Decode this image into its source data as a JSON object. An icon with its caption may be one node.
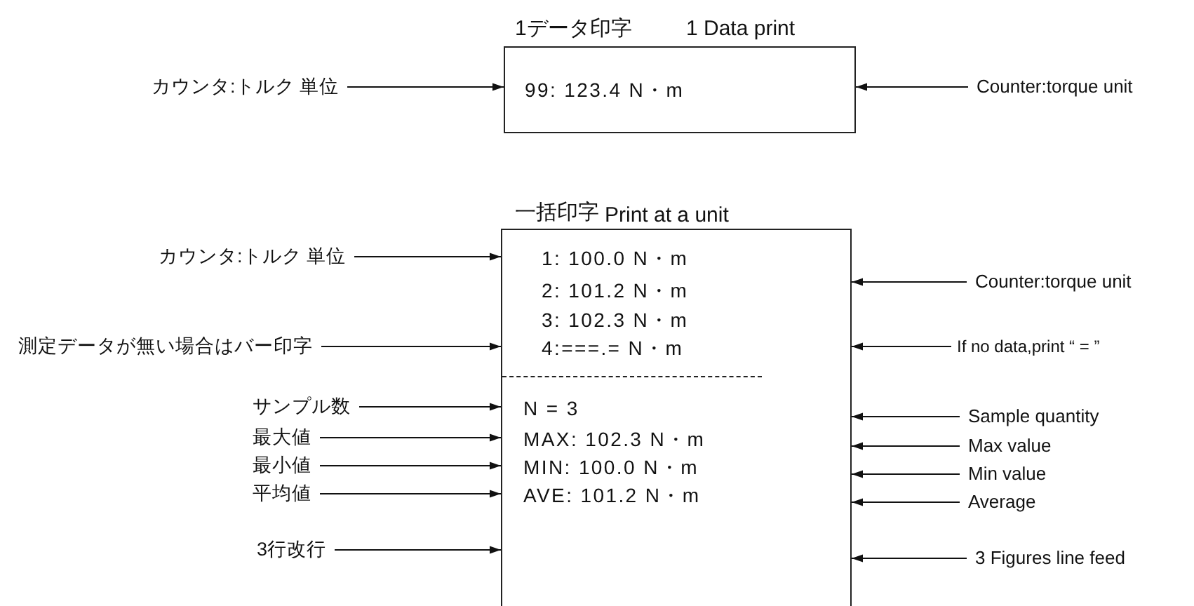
{
  "diagram": {
    "nodes": [
      {
        "text": [
          "1データ印字",
          "1 Data print",
          "99: 123.4 N・m"
        ]
      },
      {
        "text": [
          "カウンタ:トルク 単位"
        ]
      },
      {
        "text": [
          "Counter:torque unit"
        ]
      },
      {
        "text": [
          "一括印字",
          "Print at a unit",
          "1: 100.0 N・m",
          "2: 101.2 N・m",
          "3: 102.3 N・m",
          "4:===.= N・m",
          "N = 3",
          "MAX: 102.3 N・m",
          "MIN: 100.0 N・m",
          "AVE: 101.2 N・m"
        ]
      },
      {
        "text": [
          "カウンタ:トルク 単位"
        ]
      },
      {
        "text": [
          "測定データが無い場合はバー印字"
        ]
      },
      {
        "text": [
          "サンプル数"
        ]
      },
      {
        "text": [
          "最大値"
        ]
      },
      {
        "text": [
          "最小値"
        ]
      },
      {
        "text": [
          "平均値"
        ]
      },
      {
        "text": [
          "3行改行"
        ]
      },
      {
        "text": [
          "Counter:torque unit"
        ]
      },
      {
        "text": [
          "If no data,print “ = ”"
        ]
      },
      {
        "text": [
          "Sample quantity"
        ]
      },
      {
        "text": [
          "Max value"
        ]
      },
      {
        "text": [
          "Min value"
        ]
      },
      {
        "text": [
          "Average"
        ]
      },
      {
        "text": [
          "3 Figures line feed"
        ]
      }
    ],
    "edges": [
      {
        "from": 1,
        "to": 0,
        "arrow": "to"
      },
      {
        "from": 2,
        "to": 0,
        "arrow": "to"
      },
      {
        "from": 4,
        "to": 3,
        "arrow": "to"
      },
      {
        "from": 5,
        "to": 3,
        "arrow": "to"
      },
      {
        "from": 6,
        "to": 3,
        "arrow": "to"
      },
      {
        "from": 7,
        "to": 3,
        "arrow": "to"
      },
      {
        "from": 8,
        "to": 3,
        "arrow": "to"
      },
      {
        "from": 9,
        "to": 3,
        "arrow": "to"
      },
      {
        "from": 10,
        "to": 3,
        "arrow": "to"
      },
      {
        "from": 11,
        "to": 3,
        "arrow": "to"
      },
      {
        "from": 12,
        "to": 3,
        "arrow": "to"
      },
      {
        "from": 13,
        "to": 3,
        "arrow": "to"
      },
      {
        "from": 14,
        "to": 3,
        "arrow": "to"
      },
      {
        "from": 15,
        "to": 3,
        "arrow": "to"
      },
      {
        "from": 16,
        "to": 3,
        "arrow": "to"
      },
      {
        "from": 17,
        "to": 3,
        "arrow": "to"
      }
    ]
  }
}
